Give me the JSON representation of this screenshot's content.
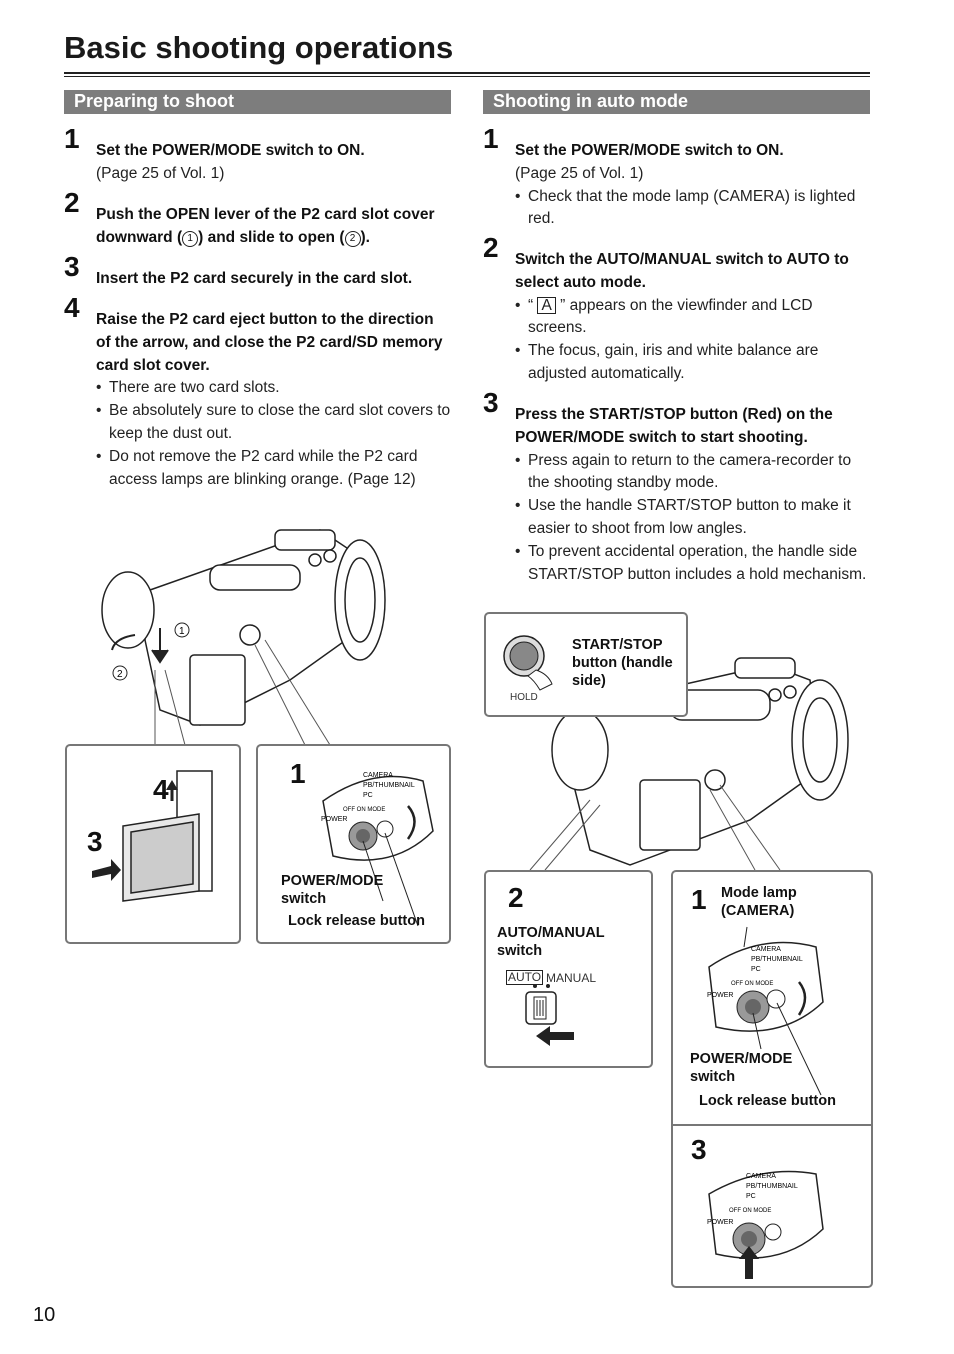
{
  "page_title": "Basic shooting operations",
  "page_number": "10",
  "left": {
    "heading": "Preparing to shoot",
    "steps": [
      {
        "num": "1",
        "text": "Set the POWER/MODE switch to ON.",
        "sub": "(Page 25 of Vol. 1)"
      },
      {
        "num": "2",
        "text_a": "Push the OPEN lever of the P2 card slot cover downward (",
        "circ1": "1",
        "text_b": ") and slide to open (",
        "circ2": "2",
        "text_c": ")."
      },
      {
        "num": "3",
        "text": "Insert the P2 card securely in the card slot."
      },
      {
        "num": "4",
        "text": "Raise the P2 card eject button to the direction of the arrow, and close the P2 card/SD memory card slot cover.",
        "bullets": [
          "There are two card slots.",
          "Be absolutely sure to close the card slot covers to keep the dust out.",
          "Do not remove the P2 card while the P2 card access lamps are blinking orange. (Page 12)"
        ]
      }
    ],
    "figure": {
      "callout_1": "1",
      "callout_2": "2",
      "inset_a": {
        "num_4": "4",
        "num_3": "3"
      },
      "inset_b": {
        "num": "1",
        "switch_label": "POWER/MODE switch",
        "lock_label": "Lock release button",
        "dial": {
          "camera": "CAMERA",
          "pb": "PB/THUMBNAIL",
          "pc": "PC",
          "power": "POWER",
          "off_on_mode": "OFF ON MODE"
        }
      }
    }
  },
  "right": {
    "heading": "Shooting in auto mode",
    "steps": [
      {
        "num": "1",
        "text": "Set the POWER/MODE switch to ON.",
        "sub": "(Page 25 of Vol. 1)",
        "bullets": [
          "Check that the mode lamp (CAMERA) is lighted red."
        ]
      },
      {
        "num": "2",
        "text": "Switch the AUTO/MANUAL switch to AUTO to select auto mode.",
        "bullet1_pre": "“ ",
        "bullet1_box": "A",
        "bullet1_post": " ” appears on the viewfinder and LCD screens.",
        "bullets": [
          "The focus, gain, iris and white balance are adjusted automatically."
        ]
      },
      {
        "num": "3",
        "text": "Press the START/STOP button (Red) on the POWER/MODE switch to start shooting.",
        "bullets": [
          "Press again to return to the camera-recorder to the shooting standby mode.",
          "Use the handle START/STOP button to make it easier to shoot from low angles.",
          "To prevent accidental operation, the handle side START/STOP button includes a hold mechanism."
        ]
      }
    ],
    "figure": {
      "startstop_label": "START/STOP button (handle side)",
      "hold": "HOLD",
      "inset_2": {
        "num": "2",
        "label": "AUTO/MANUAL switch",
        "auto": "AUTO",
        "manual": "MANUAL"
      },
      "inset_1": {
        "num": "1",
        "lamp_label": "Mode lamp (CAMERA)",
        "switch_label": "POWER/MODE switch",
        "lock_label": "Lock release button"
      },
      "inset_3": {
        "num": "3"
      },
      "dial": {
        "camera": "CAMERA",
        "pb": "PB/THUMBNAIL",
        "pc": "PC",
        "power": "POWER",
        "off_on_mode": "OFF ON MODE"
      }
    }
  }
}
